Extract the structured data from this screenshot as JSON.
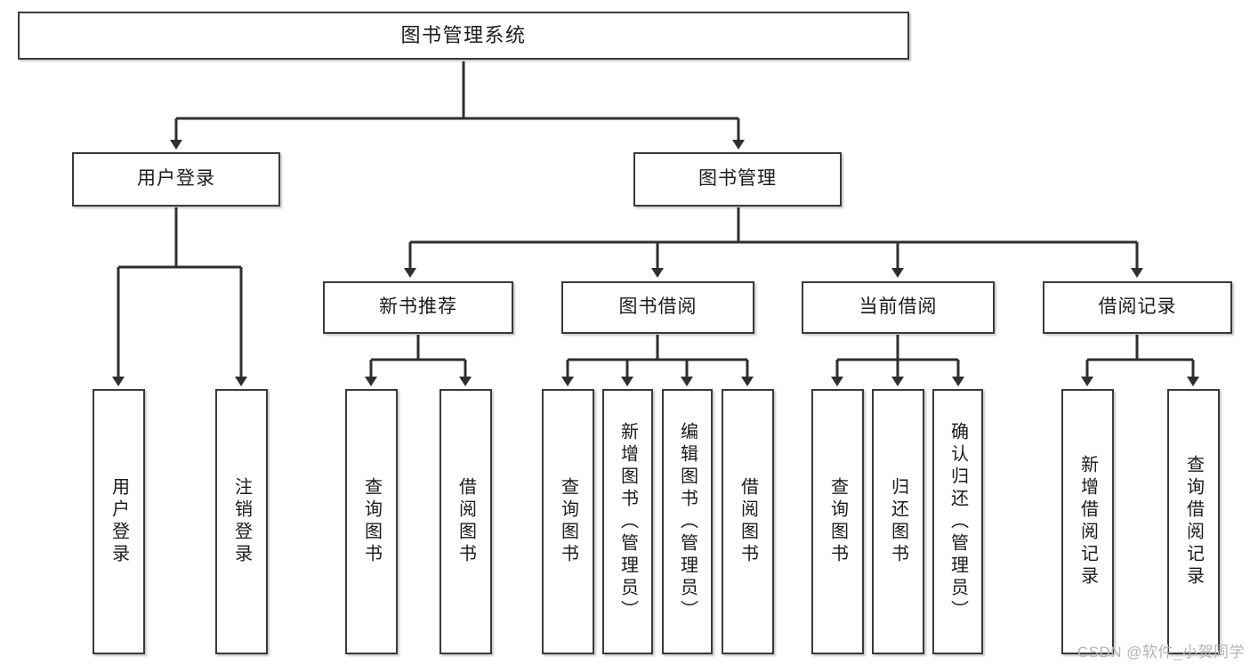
{
  "diagram": {
    "title": "图书管理系统",
    "type": "tree-hierarchy",
    "orientation": "top-down",
    "colors": {
      "node_border": "#3a3a3a",
      "node_fill": "#ffffff",
      "edge": "#2f2f2f",
      "text": "#1b1b1b",
      "watermark": "#b4b4b4"
    },
    "root": {
      "label": "图书管理系统"
    },
    "level2": [
      {
        "label": "用户登录"
      },
      {
        "label": "图书管理"
      }
    ],
    "level3": [
      {
        "label": "新书推荐"
      },
      {
        "label": "图书借阅"
      },
      {
        "label": "当前借阅"
      },
      {
        "label": "借阅记录"
      }
    ],
    "leaves_user_login": [
      {
        "label": "用户登录"
      },
      {
        "label": "注销登录"
      }
    ],
    "leaves_new_book": [
      {
        "label": "查询图书"
      },
      {
        "label": "借阅图书"
      }
    ],
    "leaves_borrow": [
      {
        "label": "查询图书"
      },
      {
        "label": "新增图书（管理员）"
      },
      {
        "label": "编辑图书（管理员）"
      },
      {
        "label": "借阅图书"
      }
    ],
    "leaves_current": [
      {
        "label": "查询图书"
      },
      {
        "label": "归还图书"
      },
      {
        "label": "确认归还（管理员）"
      }
    ],
    "leaves_records": [
      {
        "label": "新增借阅记录"
      },
      {
        "label": "查询借阅记录"
      }
    ]
  },
  "watermark": {
    "text": "CSDN @软件_小贺同学"
  }
}
